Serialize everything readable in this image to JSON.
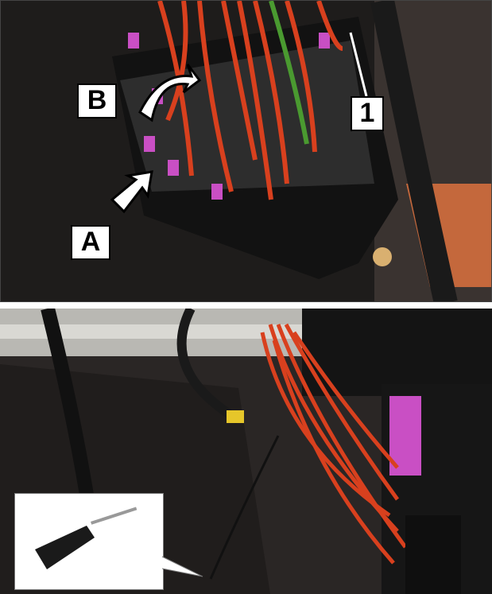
{
  "top_photo": {
    "labels": {
      "a": "A",
      "b": "B",
      "one": "1"
    }
  },
  "bottom_photo": {},
  "colors": {
    "wire_red": "#d8401e",
    "connector_pink": "#c94fc4",
    "housing": "#151515",
    "tape_yellow": "#e6c62a"
  }
}
